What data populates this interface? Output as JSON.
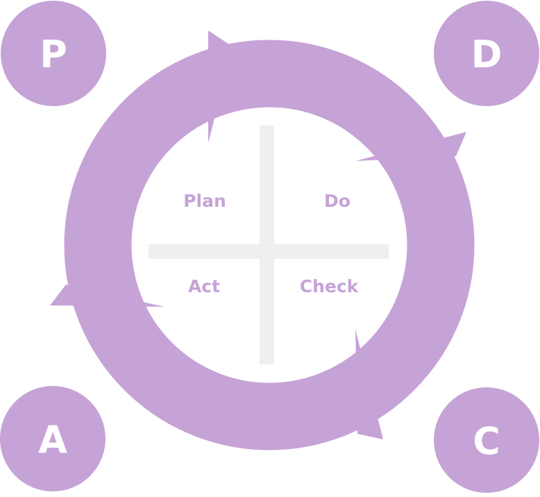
{
  "colors": {
    "accent": "#c6a3d6",
    "cross": "#efefef",
    "background": "#ffffff"
  },
  "corners": {
    "top_left": "P",
    "top_right": "D",
    "bottom_left": "A",
    "bottom_right": "C"
  },
  "quadrants": {
    "top_left": "Plan",
    "top_right": "Do",
    "bottom_left": "Act",
    "bottom_right": "Check"
  }
}
